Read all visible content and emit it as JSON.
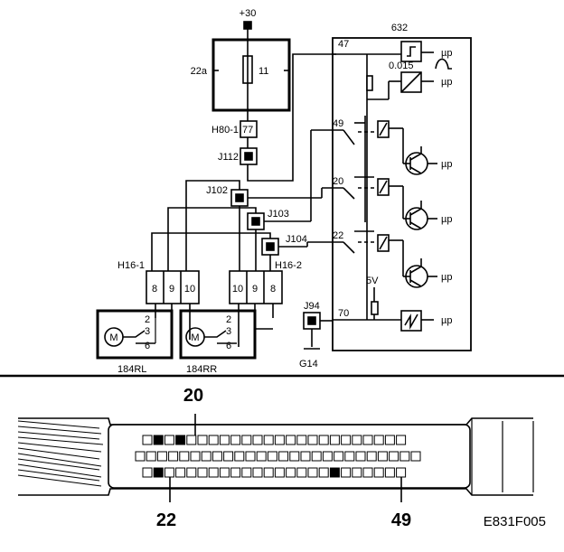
{
  "labels": {
    "supply": "+30",
    "fuse_box": "22a",
    "fuse_pin": "11",
    "ecu": "632",
    "h80": "H80-1",
    "h80_pin": "77",
    "j112": "J112",
    "j102": "J102",
    "j103": "J103",
    "j104": "J104",
    "h16_1": "H16-1",
    "h16_2": "H16-2",
    "j94": "J94",
    "g14": "G14",
    "motor_left": "184RL",
    "motor_right": "184RR",
    "motor_symbol": "M",
    "pin_47": "47",
    "pin_49": "49",
    "pin_20": "20",
    "pin_22": "22",
    "pin_70": "70",
    "v5": "5V",
    "mu_p": "µp",
    "timer": "0.015",
    "conn_8": "8",
    "conn_9": "9",
    "conn_10": "10",
    "m_pin_2": "2",
    "m_pin_3": "3",
    "m_pin_6": "6",
    "plug_20": "20",
    "plug_22": "22",
    "plug_49": "49",
    "figure_code": "E831F005"
  }
}
